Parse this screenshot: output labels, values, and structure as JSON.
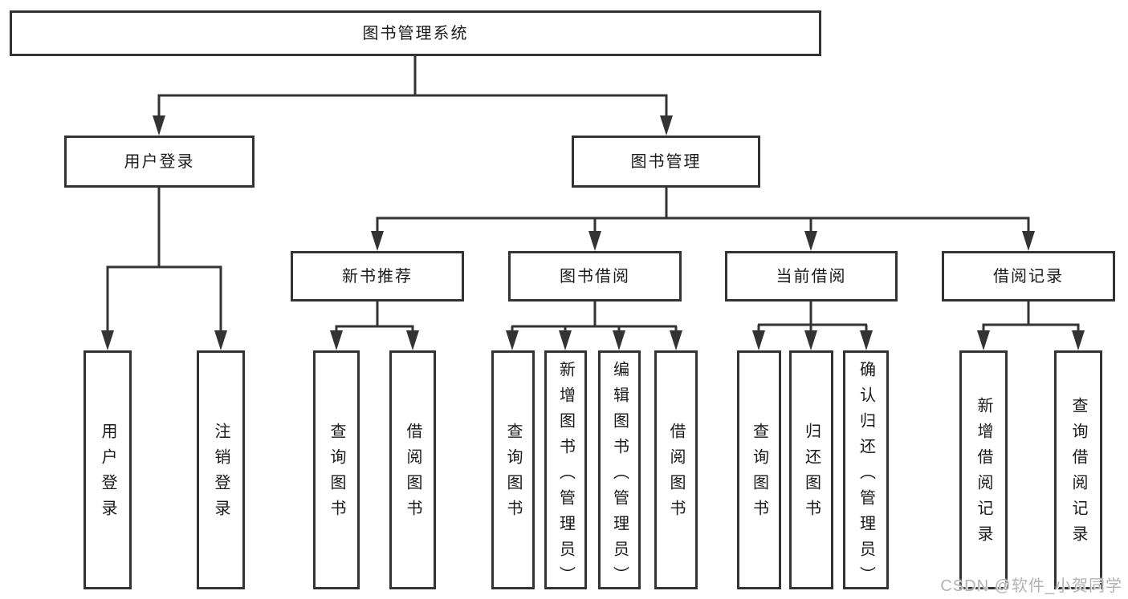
{
  "tree": {
    "root": "图书管理系统",
    "user_login": "用户登录",
    "book_management": "图书管理",
    "new_book_recommend": "新书推荐",
    "book_borrow": "图书借阅",
    "current_borrow": "当前借阅",
    "borrow_records": "借阅记录",
    "user_login_children": [
      "用户登录",
      "注销登录"
    ],
    "new_book_recommend_children": [
      "查询图书",
      "借阅图书"
    ],
    "book_borrow_children": [
      "查询图书",
      "新增图书（管理员）",
      "编辑图书（管理员）",
      "借阅图书"
    ],
    "current_borrow_children": [
      "查询图书",
      "归还图书",
      "确认归还（管理员）"
    ],
    "borrow_records_children": [
      "新增借阅记录",
      "查询借阅记录"
    ]
  },
  "watermark": "CSDN @软件_小贺同学",
  "colors": {
    "line": "#333333",
    "text": "#1a1a1a",
    "watermark": "#b3b3b3",
    "background": "#ffffff"
  }
}
